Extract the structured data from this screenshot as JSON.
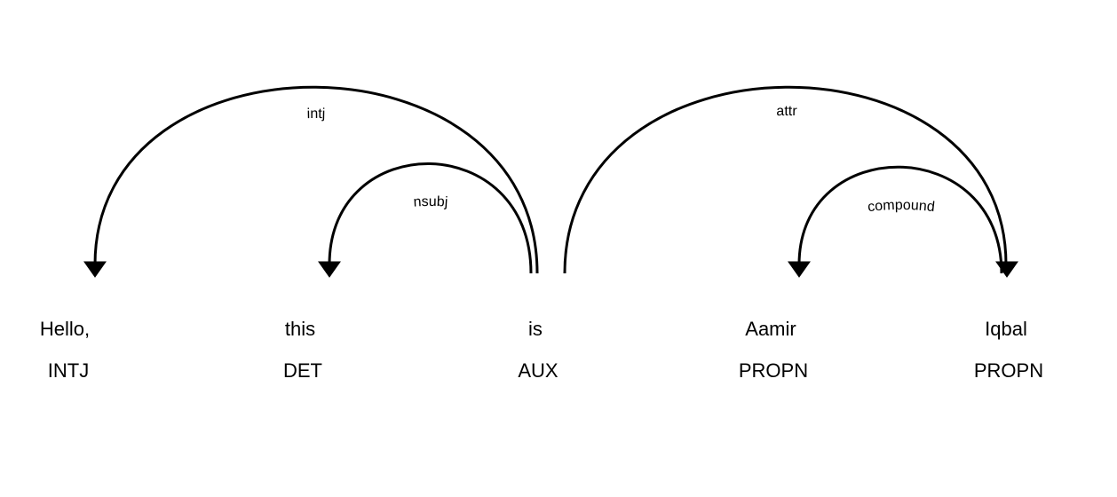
{
  "diagram": {
    "words": [
      {
        "text": "Hello,",
        "tag": "INTJ"
      },
      {
        "text": "this",
        "tag": "DET"
      },
      {
        "text": "is",
        "tag": "AUX"
      },
      {
        "text": "Aamir",
        "tag": "PROPN"
      },
      {
        "text": "Iqbal",
        "tag": "PROPN"
      }
    ],
    "arcs": [
      {
        "label": "intj",
        "from": 2,
        "to": 0
      },
      {
        "label": "nsubj",
        "from": 2,
        "to": 1
      },
      {
        "label": "attr",
        "from": 2,
        "to": 4
      },
      {
        "label": "compound",
        "from": 4,
        "to": 3
      }
    ],
    "colors": {
      "ink": "#000000",
      "background": "#ffffff"
    }
  }
}
